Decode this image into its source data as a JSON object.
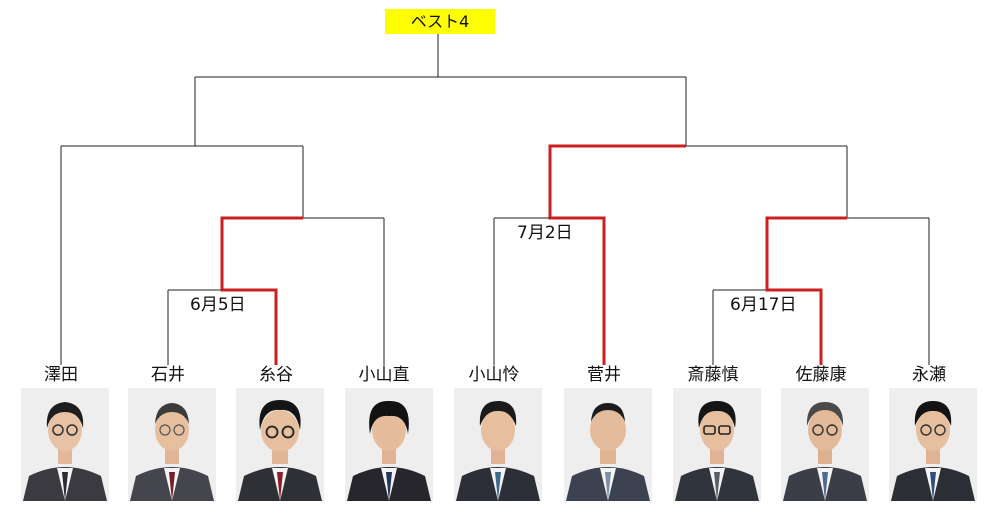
{
  "title": "ベスト4",
  "colors": {
    "line": "#222222",
    "winner": "#cc1f1f",
    "title_bg": "#ffff00"
  },
  "players": [
    {
      "name": "澤田"
    },
    {
      "name": "石井"
    },
    {
      "name": "糸谷"
    },
    {
      "name": "小山直"
    },
    {
      "name": "小山怜"
    },
    {
      "name": "菅井"
    },
    {
      "name": "斎藤慎"
    },
    {
      "name": "佐藤康"
    },
    {
      "name": "永瀬"
    }
  ],
  "matches": [
    {
      "date": "6月5日"
    },
    {
      "date": "7月2日"
    },
    {
      "date": "6月17日"
    }
  ]
}
